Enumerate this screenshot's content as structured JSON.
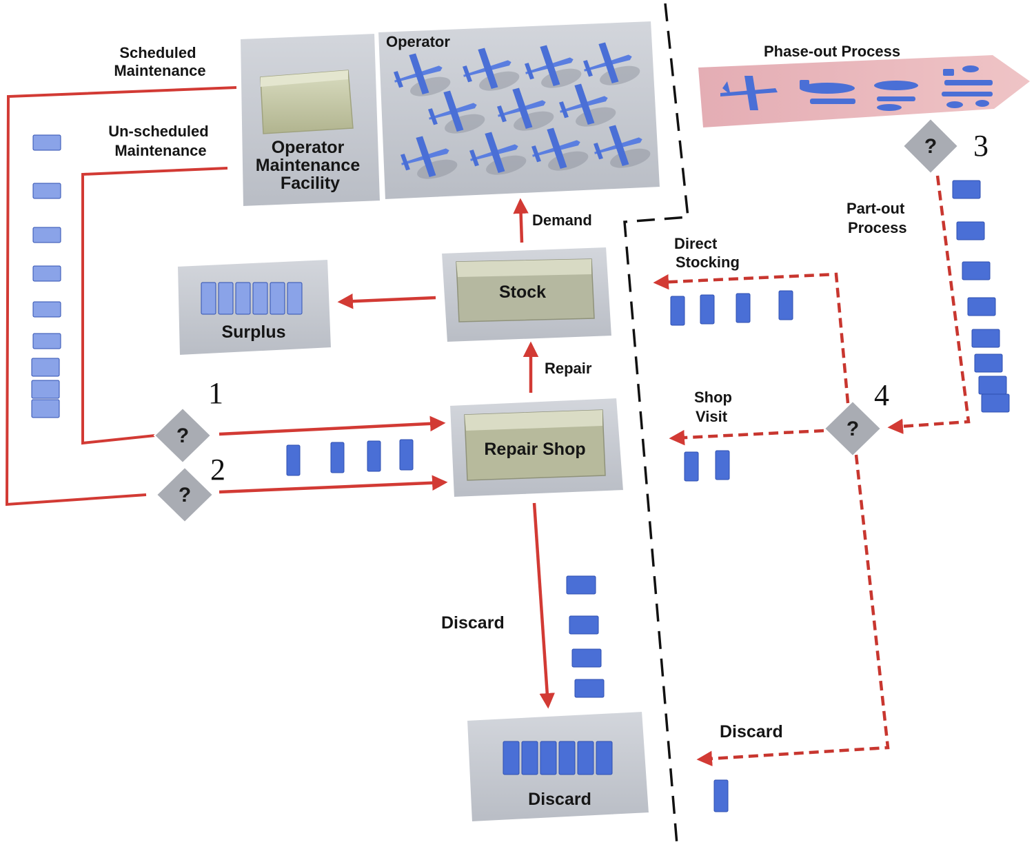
{
  "labels": {
    "scheduled_maintenance": [
      "Scheduled",
      "Maintenance"
    ],
    "unscheduled_maintenance": [
      "Un-scheduled",
      "Maintenance"
    ],
    "operator": "Operator",
    "operator_facility": [
      "Operator",
      "Maintenance",
      "Facility"
    ],
    "phase_out": "Phase-out Process",
    "demand": "Demand",
    "stock": "Stock",
    "surplus": "Surplus",
    "repair": "Repair",
    "repair_shop": "Repair Shop",
    "direct_stocking": [
      "Direct",
      "Stocking"
    ],
    "part_out": [
      "Part-out",
      "Process"
    ],
    "shop_visit": [
      "Shop",
      "Visit"
    ],
    "discard_arrow": "Discard",
    "discard_right": "Discard",
    "discard_box": "Discard"
  },
  "decisions": [
    {
      "id": "1",
      "symbol": "?"
    },
    {
      "id": "2",
      "symbol": "?"
    },
    {
      "id": "3",
      "symbol": "?"
    },
    {
      "id": "4",
      "symbol": "?"
    }
  ],
  "colors": {
    "flow": "#d23a34",
    "flow_dashed": "#c8362f",
    "part": "#4a6fd6",
    "part_light": "#8aa3e8",
    "panel": "#c9ccd3",
    "building": "#c6c9a8",
    "phase_out_band": "#e5b3b8"
  }
}
